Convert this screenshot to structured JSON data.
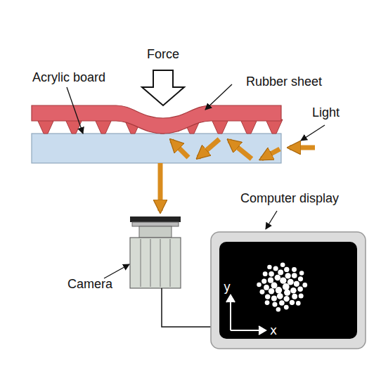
{
  "diagram": {
    "labels": [
      "Force",
      "Acrylic board",
      "Rubber sheet",
      "Light",
      "Computer display",
      "Camera",
      "y",
      "x"
    ]
  }
}
